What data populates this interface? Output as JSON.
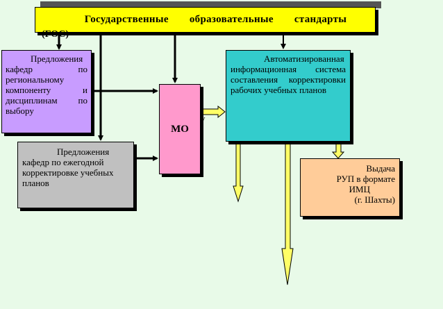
{
  "diagram": {
    "header": {
      "title": "Государственные образовательные стандарты",
      "abbr": "(ГОС)"
    },
    "boxes": {
      "regional": "Предложения кафедр по региональному компоненту и дисциплинам по выбору",
      "annual": "Предложения кафедр по ежегодной корректировке учебных планов",
      "mo": "МО",
      "ais": "Автоматизированная информационная система составления корректировки рабочих учебных планов",
      "rup_l1": "Выдача",
      "rup_l2": "РУП в формате",
      "rup_l3": "ИМЦ",
      "rup_l4": "(г. Шахты)"
    },
    "stray_letter": "у",
    "colors": {
      "background": "#e8fae8",
      "header": "#ffff00",
      "regional": "#c89cff",
      "annual": "#c0c0c0",
      "mo": "#ff99cc",
      "ais": "#33cccc",
      "rup": "#ffcc99",
      "arrow_fill": "#ffff66"
    }
  }
}
